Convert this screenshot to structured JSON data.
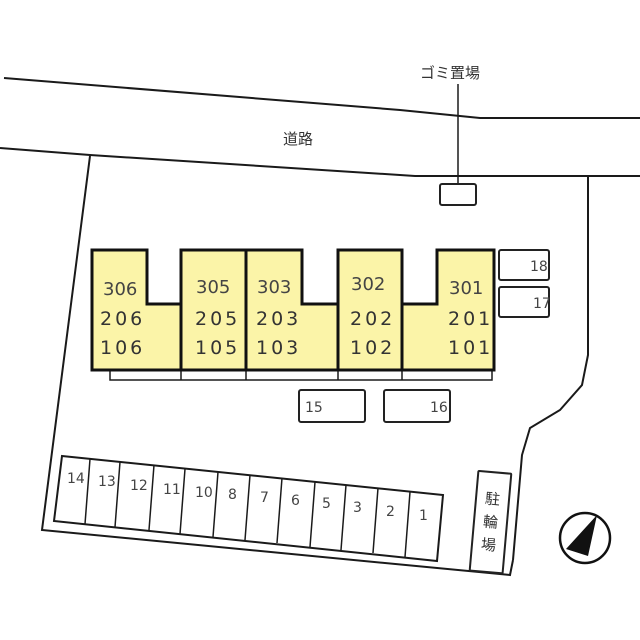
{
  "labels": {
    "road": "道路",
    "garbage": "ゴミ置場",
    "bicycle_parking": [
      "駐",
      "輪",
      "場"
    ]
  },
  "units": [
    {
      "floors": [
        "306",
        "206",
        "106"
      ]
    },
    {
      "floors": [
        "305",
        "205",
        "105"
      ]
    },
    {
      "floors": [
        "303",
        "203",
        "103"
      ]
    },
    {
      "floors": [
        "302",
        "202",
        "102"
      ]
    },
    {
      "floors": [
        "301",
        "201",
        "101"
      ]
    }
  ],
  "parking": {
    "row": [
      "14",
      "13",
      "12",
      "11",
      "10",
      "8",
      "7",
      "6",
      "5",
      "3",
      "2",
      "1"
    ],
    "p15": "15",
    "p16": "16",
    "p17": "17",
    "p18": "18"
  },
  "colors": {
    "building_fill": "#fbf4a8",
    "line": "#1a1a1a"
  },
  "compass": "north-arrow"
}
